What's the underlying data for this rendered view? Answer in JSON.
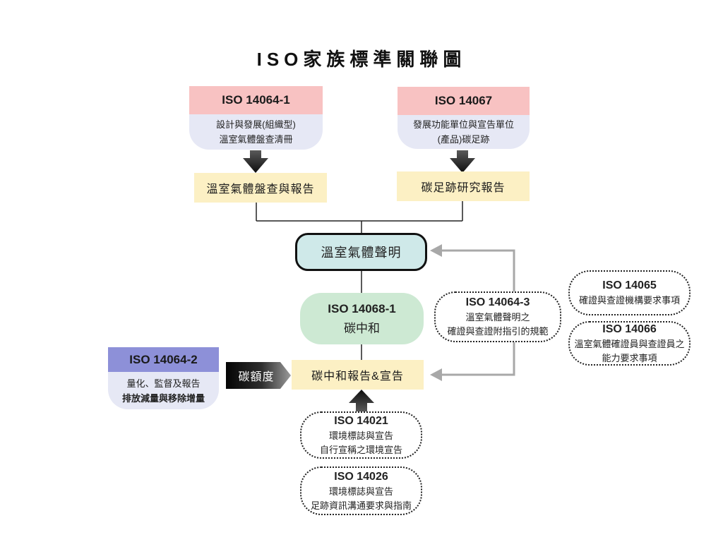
{
  "title": "ISO家族標準關聯圖",
  "colors": {
    "pink": "#f8c2c2",
    "lavender": "#e6e8f5",
    "purple": "#8d90d8",
    "yellow": "#fcf0c4",
    "teal": "#cfe9e9",
    "green": "#cde9d3",
    "gray_arrow": "#a8a8a8",
    "line": "#222222"
  },
  "nodes": {
    "iso14064_1": {
      "code": "ISO 14064-1",
      "line1": "設計與發展(組織型)",
      "line2": "溫室氣體盤查清冊"
    },
    "iso14067": {
      "code": "ISO 14067",
      "line1": "發展功能單位與宣告單位",
      "line2": "(產品)碳足跡"
    },
    "ghg_inventory_report": "溫室氣體盤查與報告",
    "cfp_study_report": "碳足跡研究報告",
    "ghg_statement": "溫室氣體聲明",
    "iso14068_1": {
      "code": "ISO 14068-1",
      "line1": "碳中和"
    },
    "cn_report": "碳中和報告&宣告",
    "carbon_credit": "碳額度",
    "iso14064_2": {
      "code": "ISO 14064-2",
      "line1": "量化、監督及報告",
      "line2": "排放減量與移除增量"
    },
    "iso14064_3": {
      "code": "ISO 14064-3",
      "line1": "溫室氣體聲明之",
      "line2": "確證與查證附指引的規範"
    },
    "iso14065": {
      "code": "ISO 14065",
      "line1": "確證與查證機構要求事項"
    },
    "iso14066": {
      "code": "ISO 14066",
      "line1": "溫室氣體確證員與查證員之",
      "line2": "能力要求事項"
    },
    "iso14021": {
      "code": "ISO 14021",
      "line1": "環境標誌與宣告",
      "line2": "自行宣稱之環境宣告"
    },
    "iso14026": {
      "code": "ISO 14026",
      "line1": "環境標誌與宣告",
      "line2": "足跡資訊溝通要求與指南"
    }
  }
}
